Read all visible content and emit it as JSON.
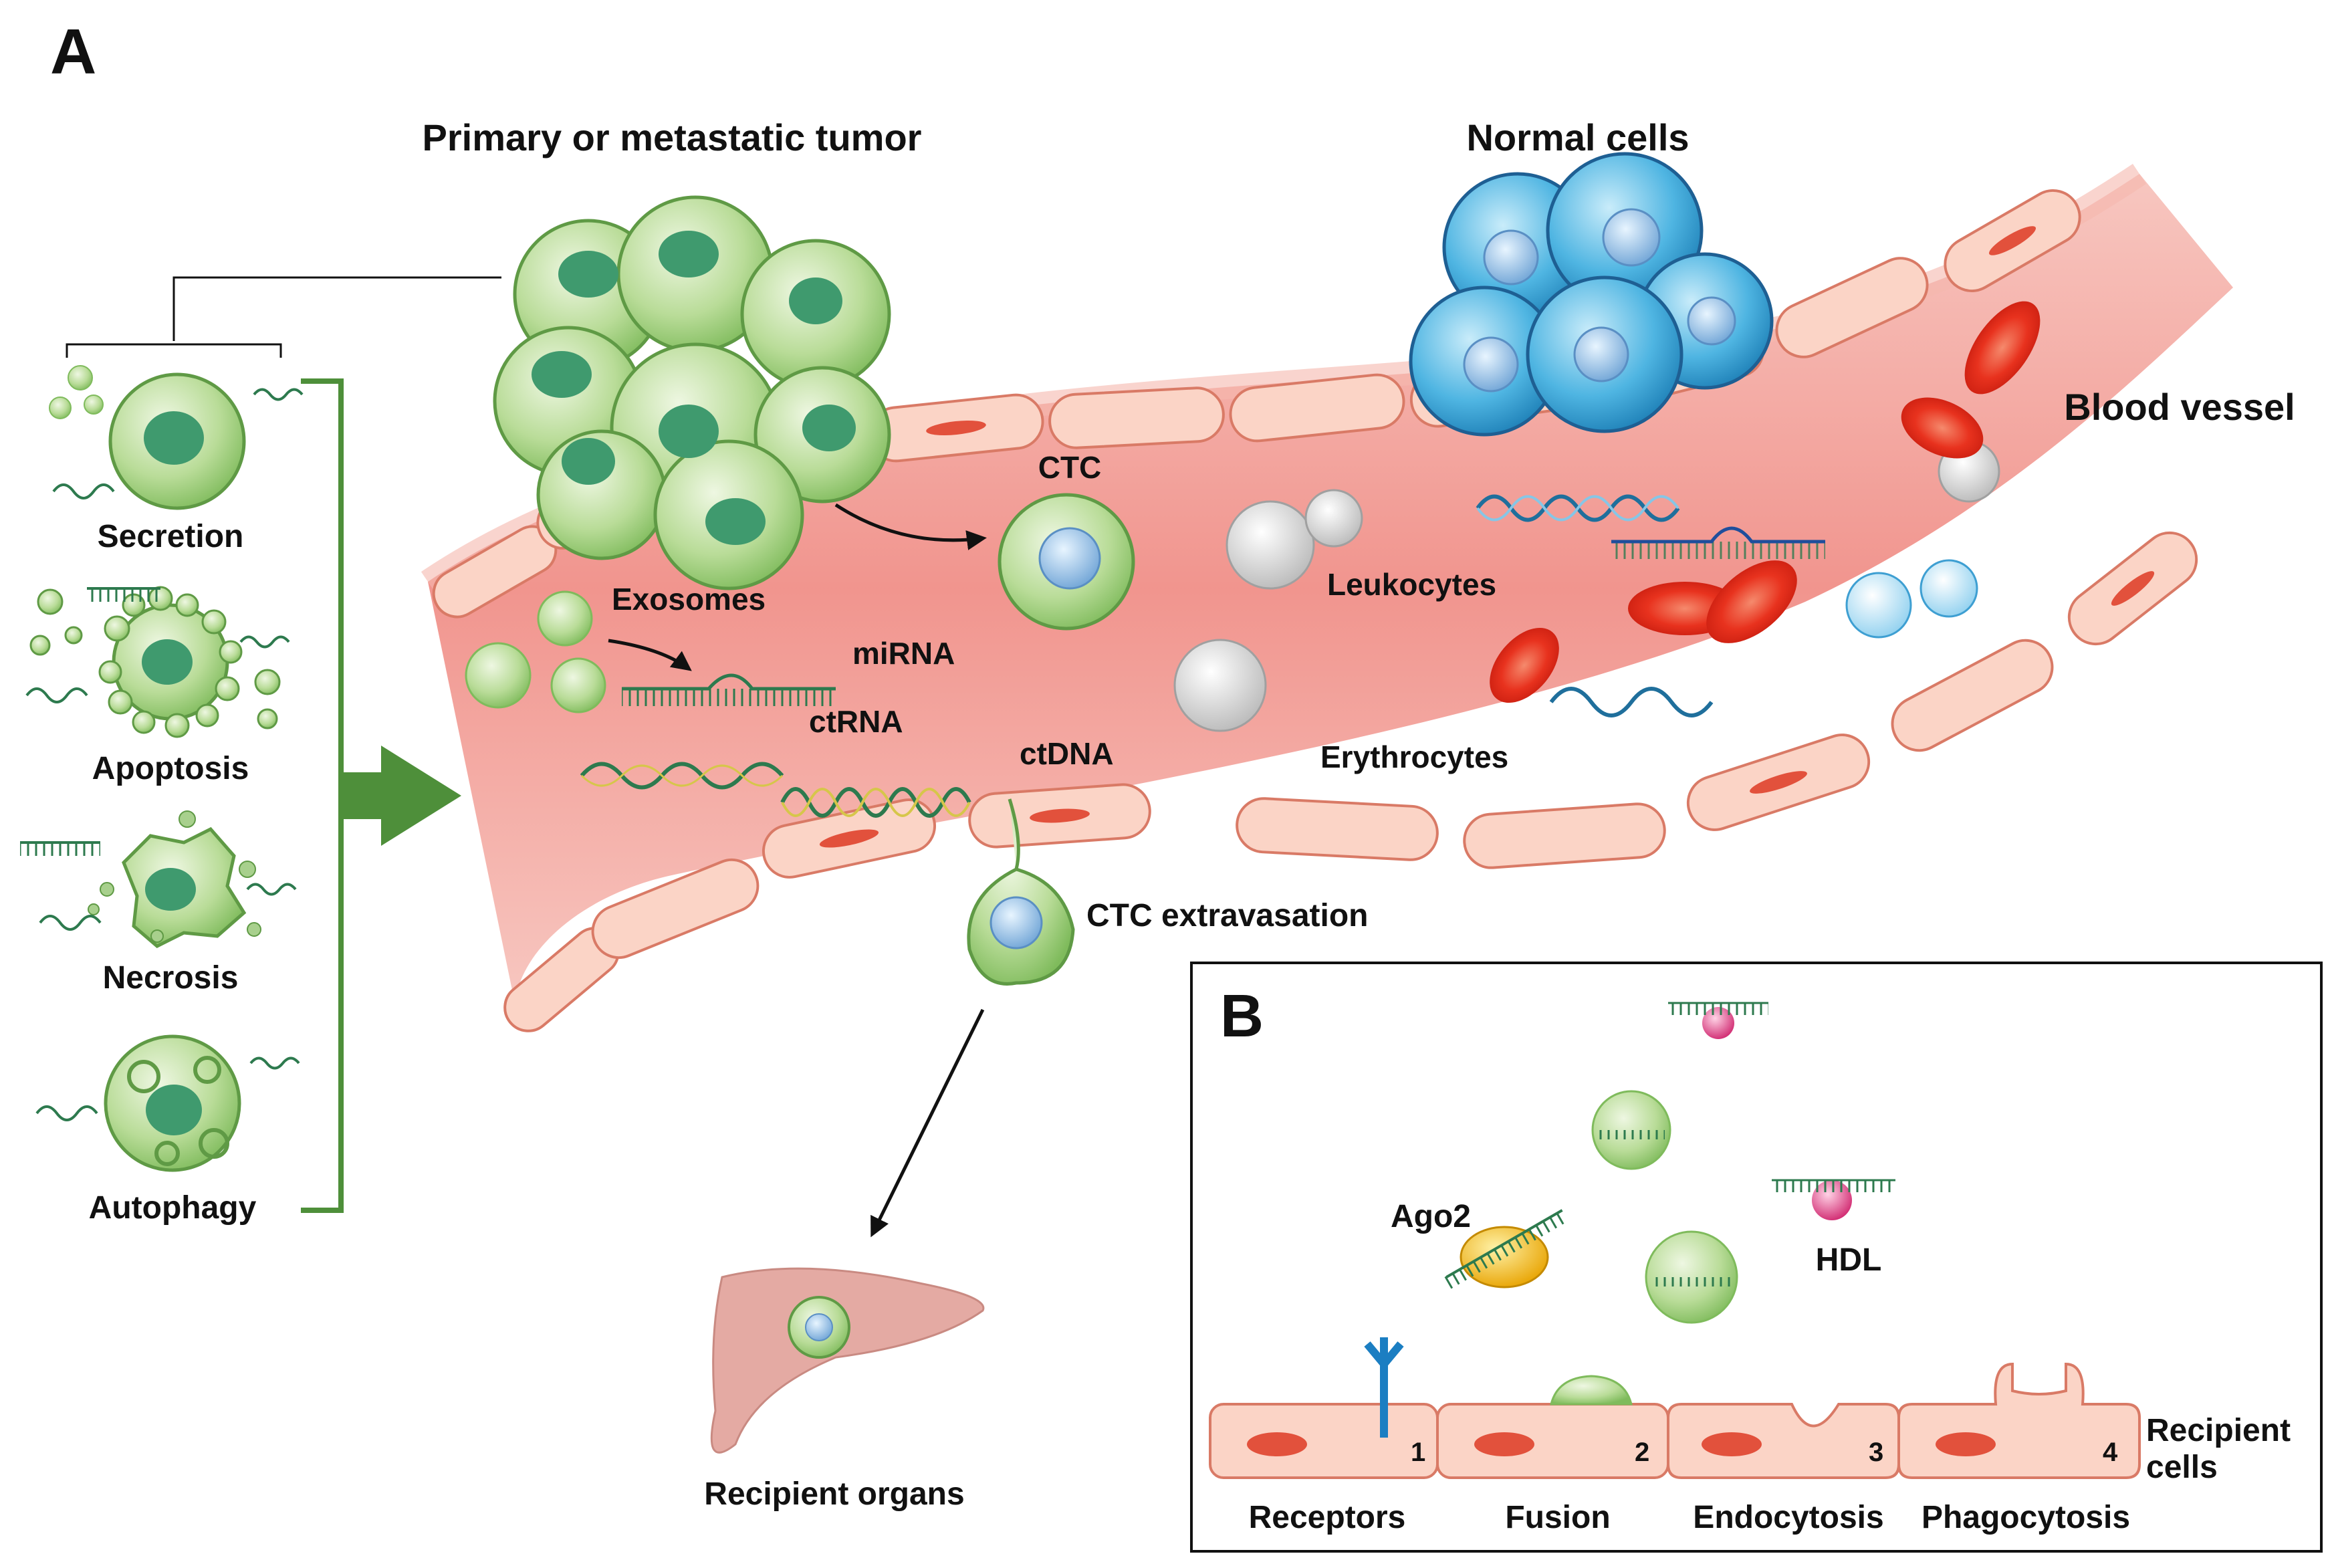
{
  "panels": {
    "a": "A",
    "b": "B"
  },
  "labels": {
    "primary_tumor": "Primary or metastatic tumor",
    "normal_cells": "Normal cells",
    "blood_vessel": "Blood vessel",
    "secretion": "Secretion",
    "apoptosis": "Apoptosis",
    "necrosis": "Necrosis",
    "autophagy": "Autophagy",
    "exosomes": "Exosomes",
    "mirna": "miRNA",
    "ctrna": "ctRNA",
    "ctdna": "ctDNA",
    "ctc": "CTC",
    "leukocytes": "Leukocytes",
    "erythrocytes": "Erythrocytes",
    "ctc_extravasation": "CTC extravasation",
    "recipient_organs": "Recipient organs",
    "ago2": "Ago2",
    "hdl": "HDL",
    "recipient_cells_line1": "Recipient",
    "recipient_cells_line2": "cells"
  },
  "uptake": [
    {
      "num": "1",
      "name": "Receptors"
    },
    {
      "num": "2",
      "name": "Fusion"
    },
    {
      "num": "3",
      "name": "Endocytosis"
    },
    {
      "num": "4",
      "name": "Phagocytosis"
    }
  ],
  "colors": {
    "tumor_green": "#a8d08d",
    "nucleus_green": "#3f9a6e",
    "normal_blue": "#49b2de",
    "vessel_pink": "#f2a4a0",
    "erythrocyte_red": "#e8321e",
    "arrow_green": "#4e8f3a"
  }
}
